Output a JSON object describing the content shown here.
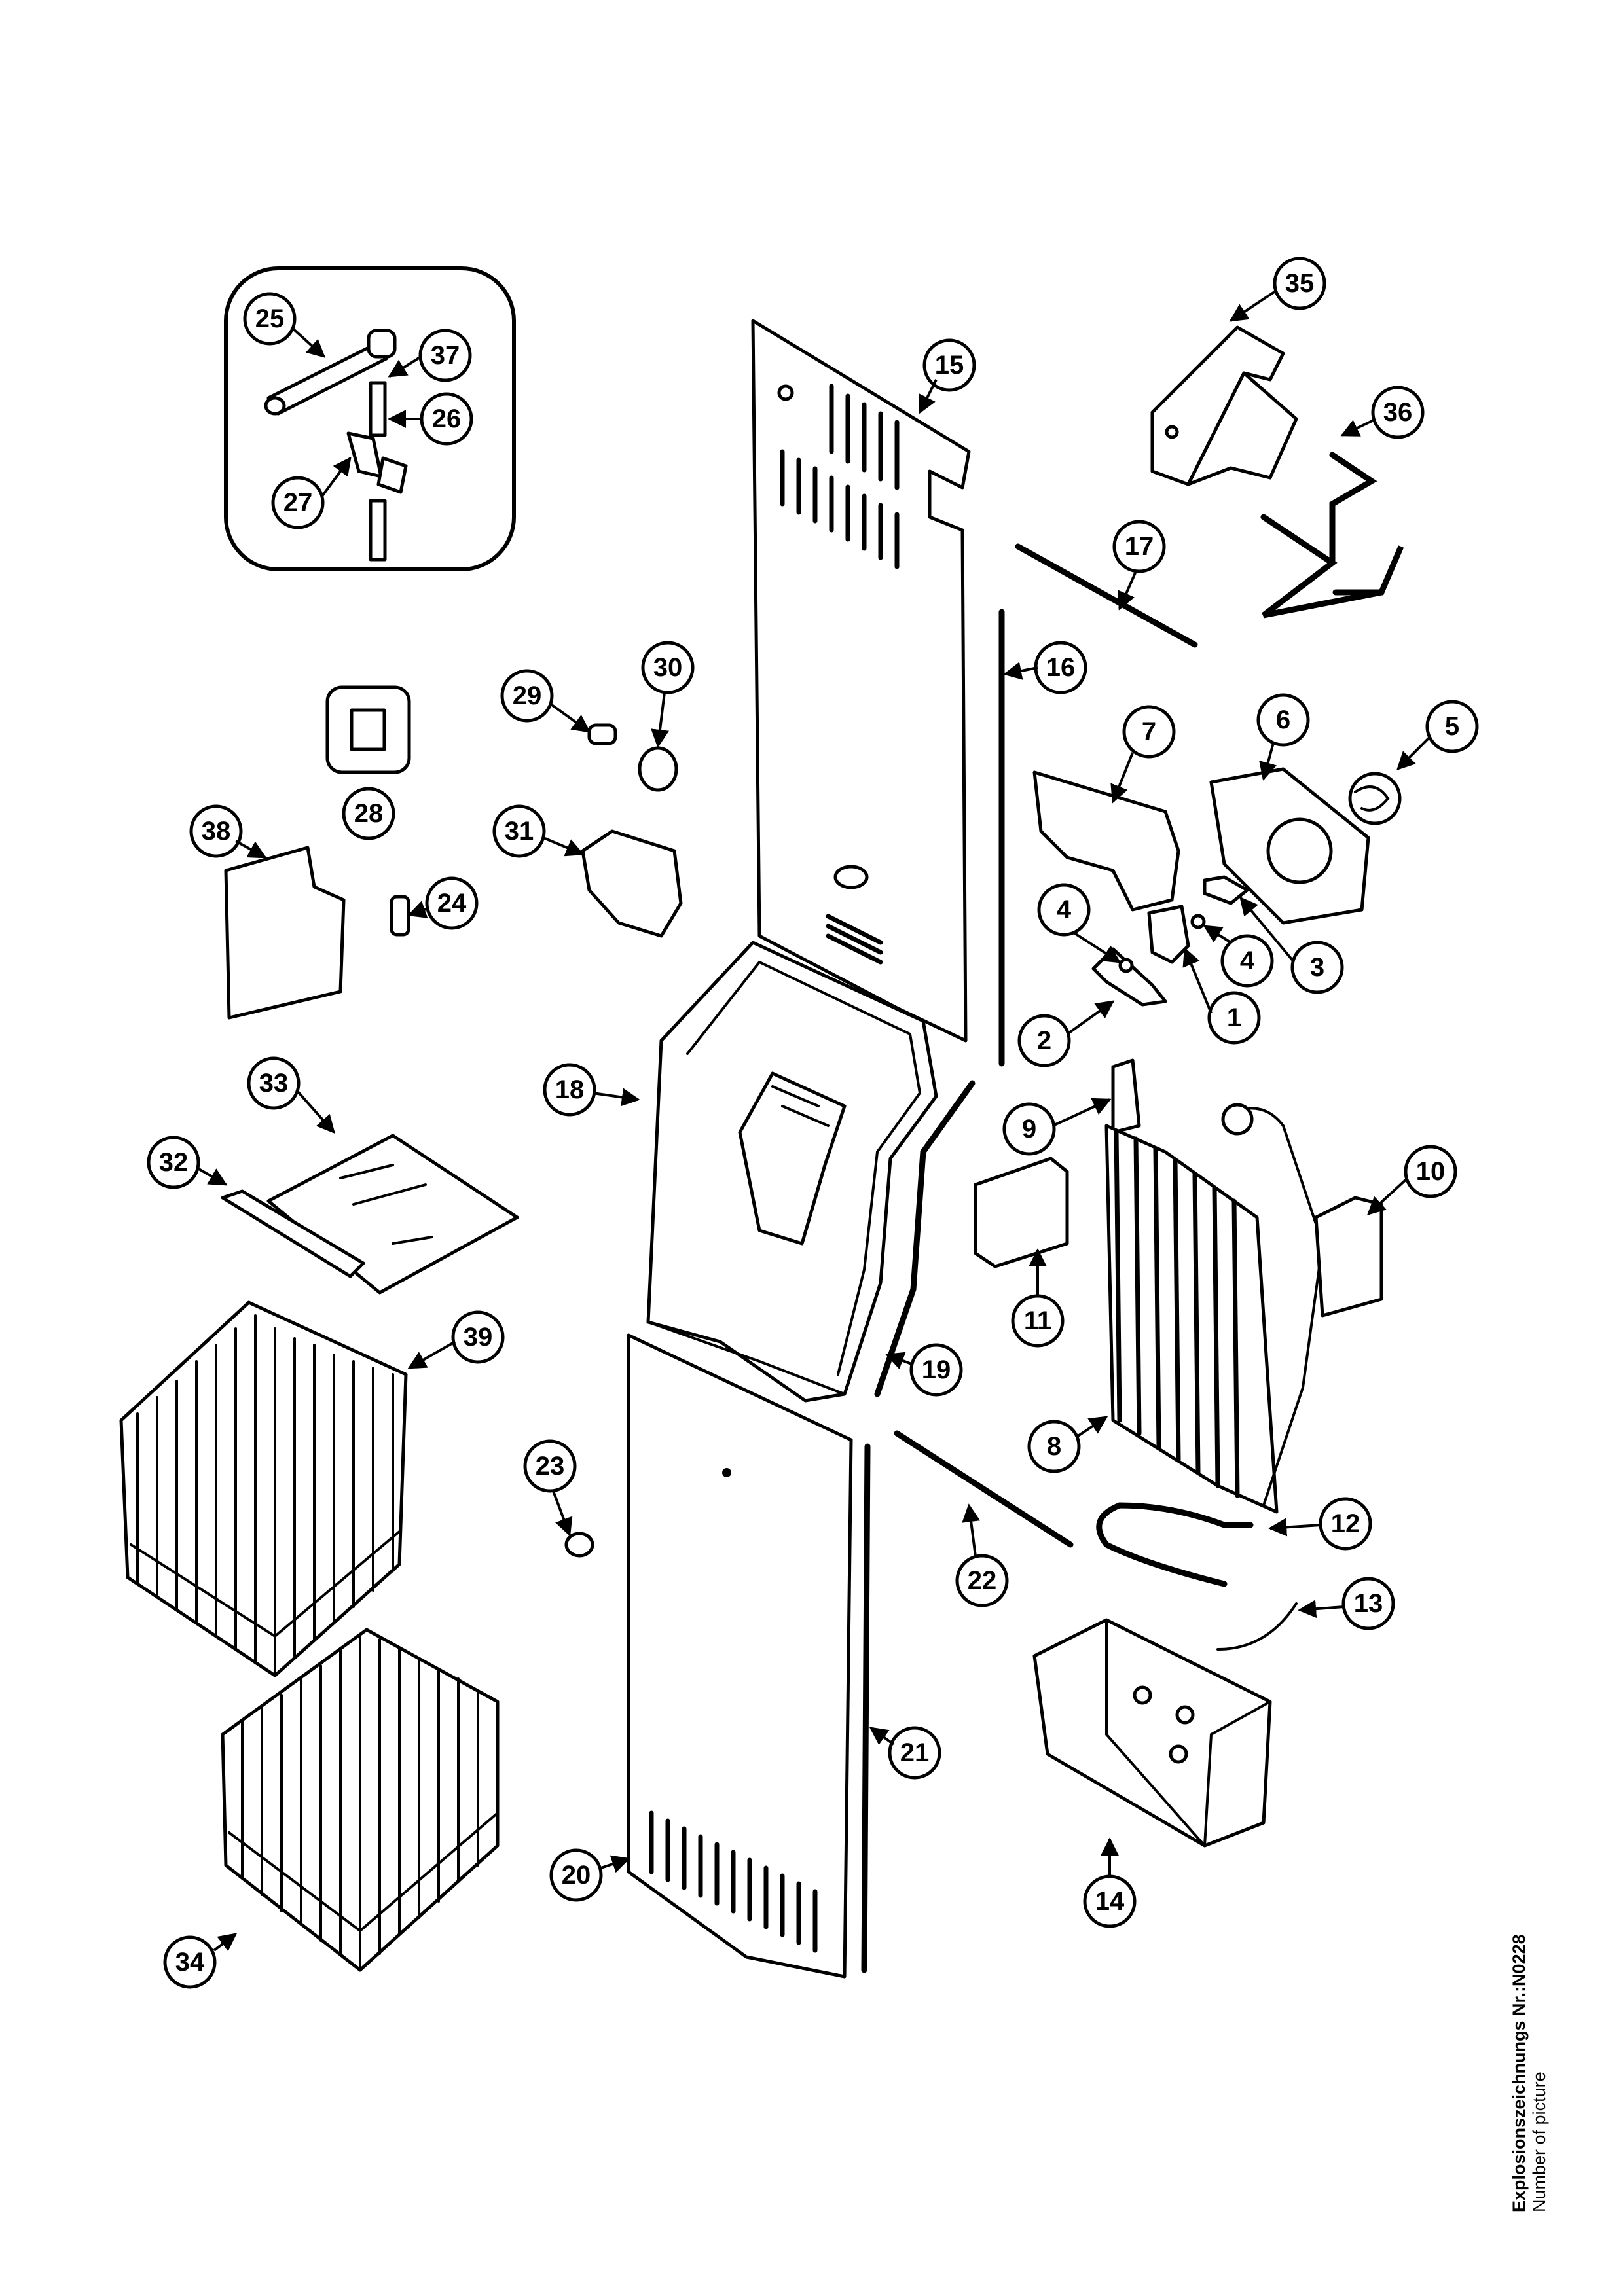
{
  "callouts": [
    "1",
    "2",
    "3",
    "4",
    "4",
    "5",
    "6",
    "7",
    "8",
    "9",
    "10",
    "11",
    "12",
    "13",
    "14",
    "15",
    "16",
    "17",
    "18",
    "19",
    "20",
    "21",
    "22",
    "23",
    "24",
    "25",
    "26",
    "27",
    "28",
    "29",
    "30",
    "31",
    "32",
    "33",
    "34",
    "35",
    "36",
    "37",
    "38",
    "39"
  ],
  "picture_label": {
    "title": "Explosionszeichnungs Nr.:N0228",
    "subtitle": "Number of picture"
  }
}
